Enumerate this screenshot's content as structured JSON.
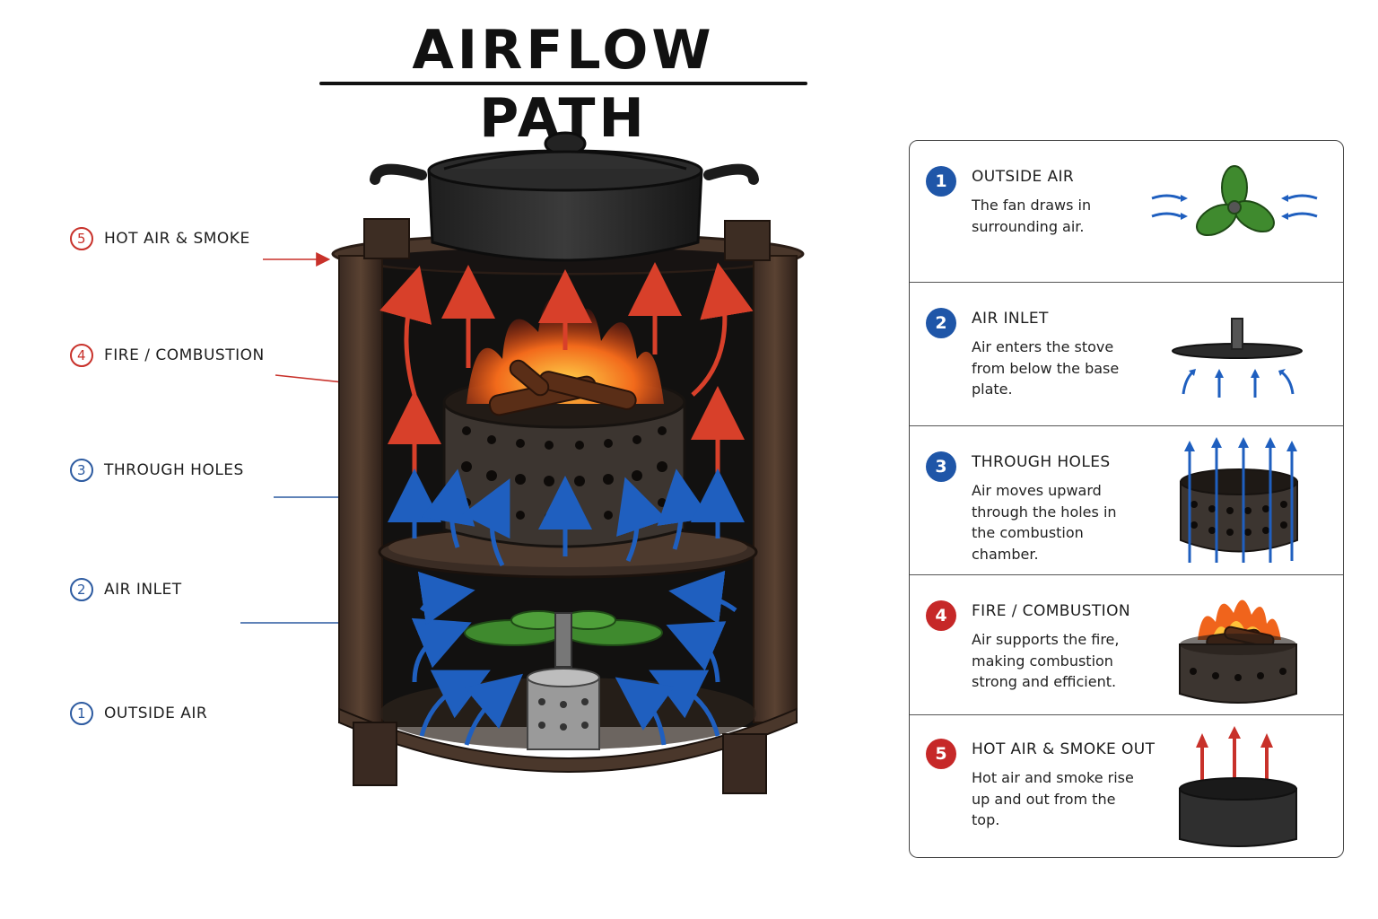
{
  "title": "AIRFLOW PATH",
  "callouts": [
    {
      "num": "5",
      "label": "HOT AIR & SMOKE",
      "color": "red"
    },
    {
      "num": "4",
      "label": "FIRE / COMBUSTION",
      "color": "red"
    },
    {
      "num": "3",
      "label": "THROUGH HOLES",
      "color": "blue"
    },
    {
      "num": "2",
      "label": "AIR INLET",
      "color": "blue"
    },
    {
      "num": "1",
      "label": "OUTSIDE AIR",
      "color": "blue"
    }
  ],
  "steps": [
    {
      "num": "1",
      "title": "OUTSIDE AIR",
      "description": "The fan draws in surrounding air.",
      "icon": "fan-icon",
      "color": "blue"
    },
    {
      "num": "2",
      "title": "AIR INLET",
      "description": "Air enters the stove from below the base plate.",
      "icon": "base-plate-icon",
      "color": "blue"
    },
    {
      "num": "3",
      "title": "THROUGH HOLES",
      "description": "Air moves upward through the holes in the combustion chamber.",
      "icon": "perforated-chamber-icon",
      "color": "blue"
    },
    {
      "num": "4",
      "title": "FIRE / COMBUSTION",
      "description": "Air supports the fire, making combustion strong and efficient.",
      "icon": "fire-chamber-icon",
      "color": "red"
    },
    {
      "num": "5",
      "title": "HOT AIR & SMOKE OUT",
      "description": "Hot air and smoke rise up and out from the top.",
      "icon": "hot-air-icon",
      "color": "red"
    }
  ],
  "colors": {
    "cold_air": "#2c5aa0",
    "hot_air": "#c8312a",
    "metal": "#4a3a30",
    "fan": "#3f8a2e"
  }
}
